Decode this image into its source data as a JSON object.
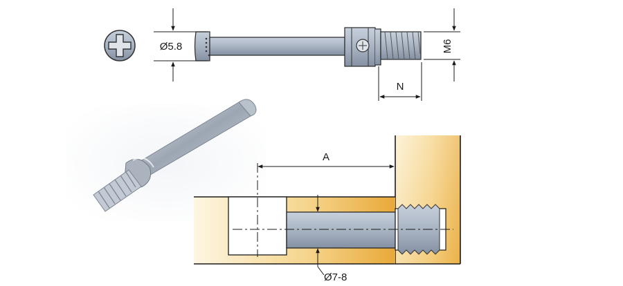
{
  "labels": {
    "shaft_diameter": "Ø5.8",
    "thread_size": "M6",
    "thread_length": "N",
    "center_distance": "A",
    "hole_diameter": "Ø7-8"
  },
  "colors": {
    "metal": "#a6b2c2",
    "metal_dark": "#6f7c8e",
    "wood_light": "#fbf0cf",
    "wood_dark": "#e9ae43",
    "line": "#1a1a1a"
  },
  "icons": {
    "head_view": "phillips-cross-head"
  }
}
